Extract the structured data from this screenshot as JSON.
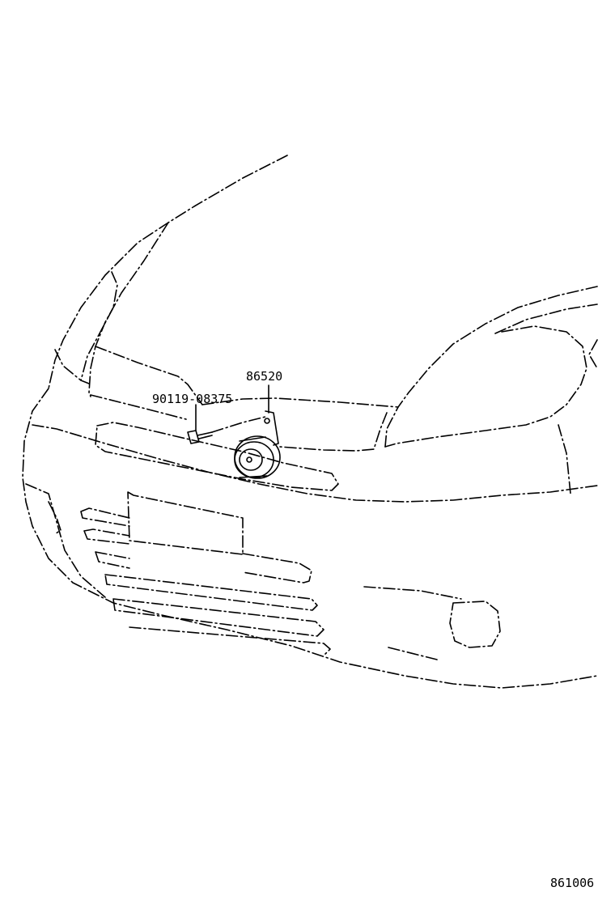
{
  "parts": {
    "horn_part_number": "86520",
    "bolt_part_number": "90119-08375"
  },
  "figure_number": "861006",
  "icons": {
    "vehicle": "car-front-outline",
    "horn": "horn-icon",
    "bolt": "bolt-icon"
  }
}
